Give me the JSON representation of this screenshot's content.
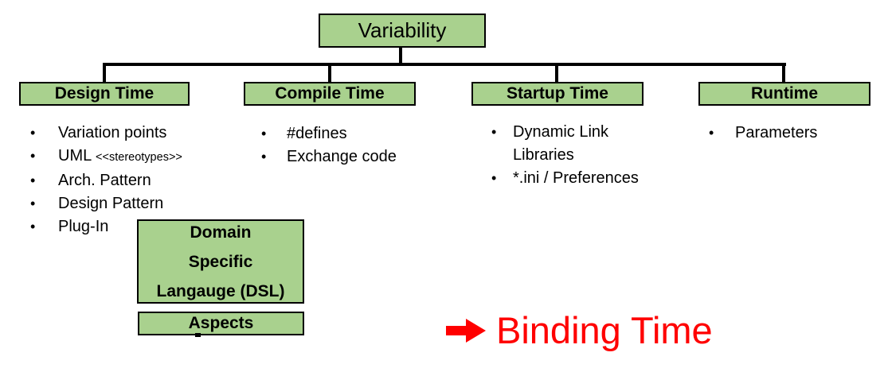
{
  "diagram": {
    "root": {
      "label": "Variability"
    },
    "branches": [
      {
        "header": "Design Time",
        "items": [
          {
            "text": "Variation points"
          },
          {
            "text": "UML ",
            "suffix": "<<stereotypes>>"
          },
          {
            "text": "Arch. Pattern"
          },
          {
            "text": "Design Pattern"
          },
          {
            "text": "Plug-In"
          }
        ]
      },
      {
        "header": "Compile Time",
        "items": [
          {
            "text": "#defines"
          },
          {
            "text": "Exchange code"
          }
        ]
      },
      {
        "header": "Startup Time",
        "items": [
          {
            "text": "Dynamic Link Libraries"
          },
          {
            "text": "*.ini / Preferences"
          }
        ]
      },
      {
        "header": "Runtime",
        "items": [
          {
            "text": "Parameters"
          }
        ]
      }
    ],
    "extra_boxes": {
      "dsl": {
        "label": "Domain\nSpecific\nLangauge (DSL)"
      },
      "aspects": {
        "label": "Aspects"
      }
    },
    "annotation": {
      "icon": "right-arrow",
      "label": "Binding Time",
      "color": "#ff0000"
    },
    "bullet_char": "•",
    "colors": {
      "box_fill": "#a9d18e",
      "box_border": "#000000",
      "connector": "#000000",
      "text": "#000000",
      "accent": "#ff0000"
    }
  }
}
